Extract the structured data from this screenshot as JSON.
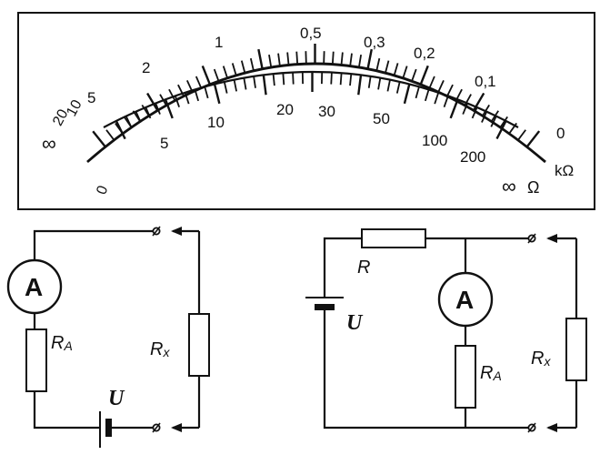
{
  "scale": {
    "outer_labels": [
      "∞",
      "20",
      "10",
      "5",
      "2",
      "1",
      "0,5",
      "0,3",
      "0,2",
      "0,1",
      "0"
    ],
    "outer_unit": "kΩ",
    "inner_labels": [
      "0",
      "5",
      "10",
      "20",
      "30",
      "50",
      "100",
      "200",
      "∞"
    ],
    "inner_unit": "Ω"
  },
  "series_circuit": {
    "meter_label": "A",
    "meter_resistor_label": "R",
    "meter_resistor_sub": "A",
    "unknown_resistor_label": "R",
    "unknown_resistor_sub": "x",
    "source_label": "U"
  },
  "shunt_circuit": {
    "series_resistor_label": "R",
    "meter_label": "A",
    "meter_resistor_label": "R",
    "meter_resistor_sub": "A",
    "unknown_resistor_label": "R",
    "unknown_resistor_sub": "x",
    "source_label": "U"
  }
}
